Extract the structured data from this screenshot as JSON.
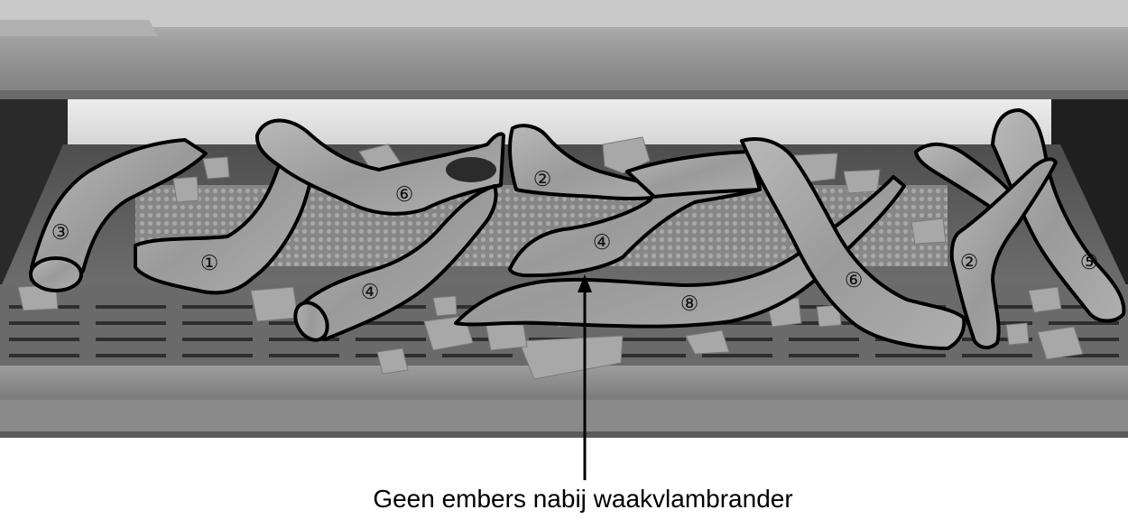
{
  "caption": "Geen embers nabij waakvlambrander",
  "logs": [
    {
      "number": "①"
    },
    {
      "number": "②"
    },
    {
      "number": "②"
    },
    {
      "number": "③"
    },
    {
      "number": "④"
    },
    {
      "number": "④"
    },
    {
      "number": "⑤"
    },
    {
      "number": "⑥"
    },
    {
      "number": "⑥"
    },
    {
      "number": "⑧"
    }
  ],
  "colors": {
    "frame": "#8c8c8c",
    "tray": "#5e5e5e",
    "log_fill": "#a9a9a9",
    "outline": "#000000"
  }
}
